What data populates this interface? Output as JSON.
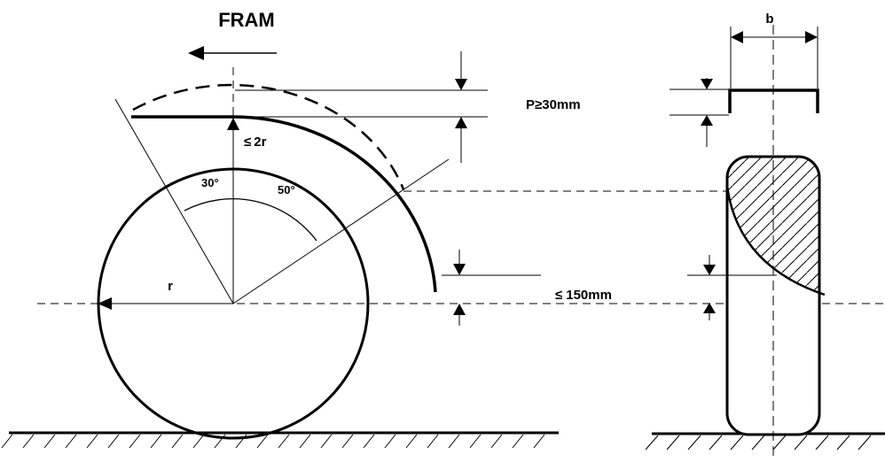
{
  "labels": {
    "direction": "FRAM",
    "radius": "r",
    "max_height_prefix": "≤",
    "max_height_value": "2r",
    "angle_front": "30°",
    "angle_rear": "50°",
    "overlap_prefix": "P",
    "overlap_sign": "≥",
    "overlap_value": "30mm",
    "bottom_prefix": "≤",
    "bottom_value": "150mm",
    "width": "b"
  },
  "colors": {
    "line": "#000000",
    "background": "#ffffff"
  }
}
